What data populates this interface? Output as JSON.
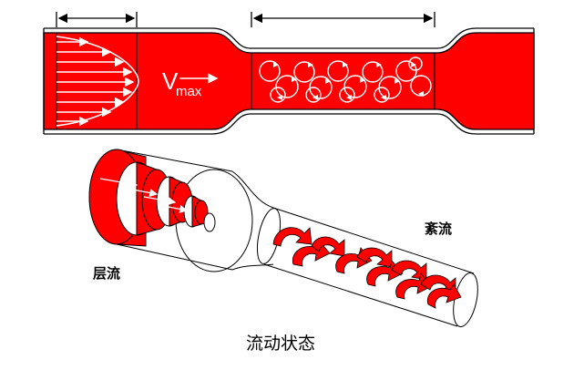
{
  "labels": {
    "velocity_symbol": "V",
    "velocity_subscript": "max",
    "laminar": "层流",
    "turbulent": "紊流",
    "caption": "流动状态"
  },
  "colors": {
    "fluid": "#ff0000",
    "pipe_outline": "#000000",
    "arrow": "#ffffff",
    "background": "#ffffff"
  },
  "icons": {
    "flow_arrow": "arrow-right-icon",
    "eddy": "curved-arrow-icon"
  }
}
